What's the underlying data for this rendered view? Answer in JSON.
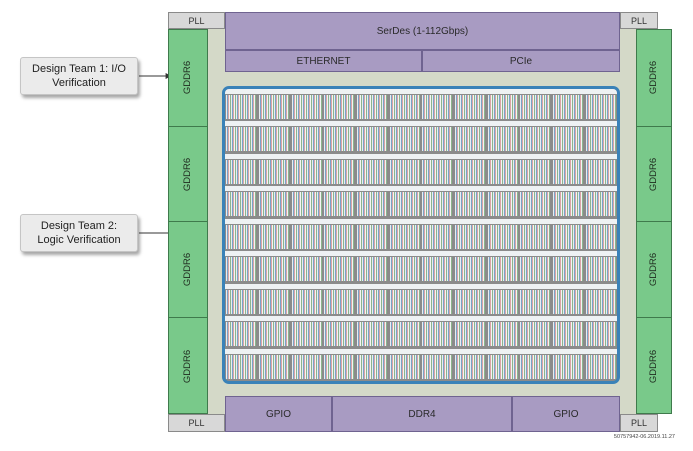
{
  "callouts": {
    "team1": {
      "line1": "Design Team 1: I/O",
      "line2": "Verification"
    },
    "team2": {
      "line1": "Design Team 2:",
      "line2": "Logic Verification"
    }
  },
  "chip": {
    "pll": "PLL",
    "serdes": "SerDes (1-112Gbps)",
    "ethernet": "ETHERNET",
    "pcie": "PCIe",
    "gddr": "GDDR6",
    "gpio": "GPIO",
    "ddr": "DDR4"
  },
  "core": {
    "rows": 9,
    "blocks_per_row": 12
  },
  "footer": "50757942-06.2019.11.27",
  "colors": {
    "purple": "#a89bc2",
    "green": "#79c98a",
    "core_outline": "#3a82b8"
  }
}
